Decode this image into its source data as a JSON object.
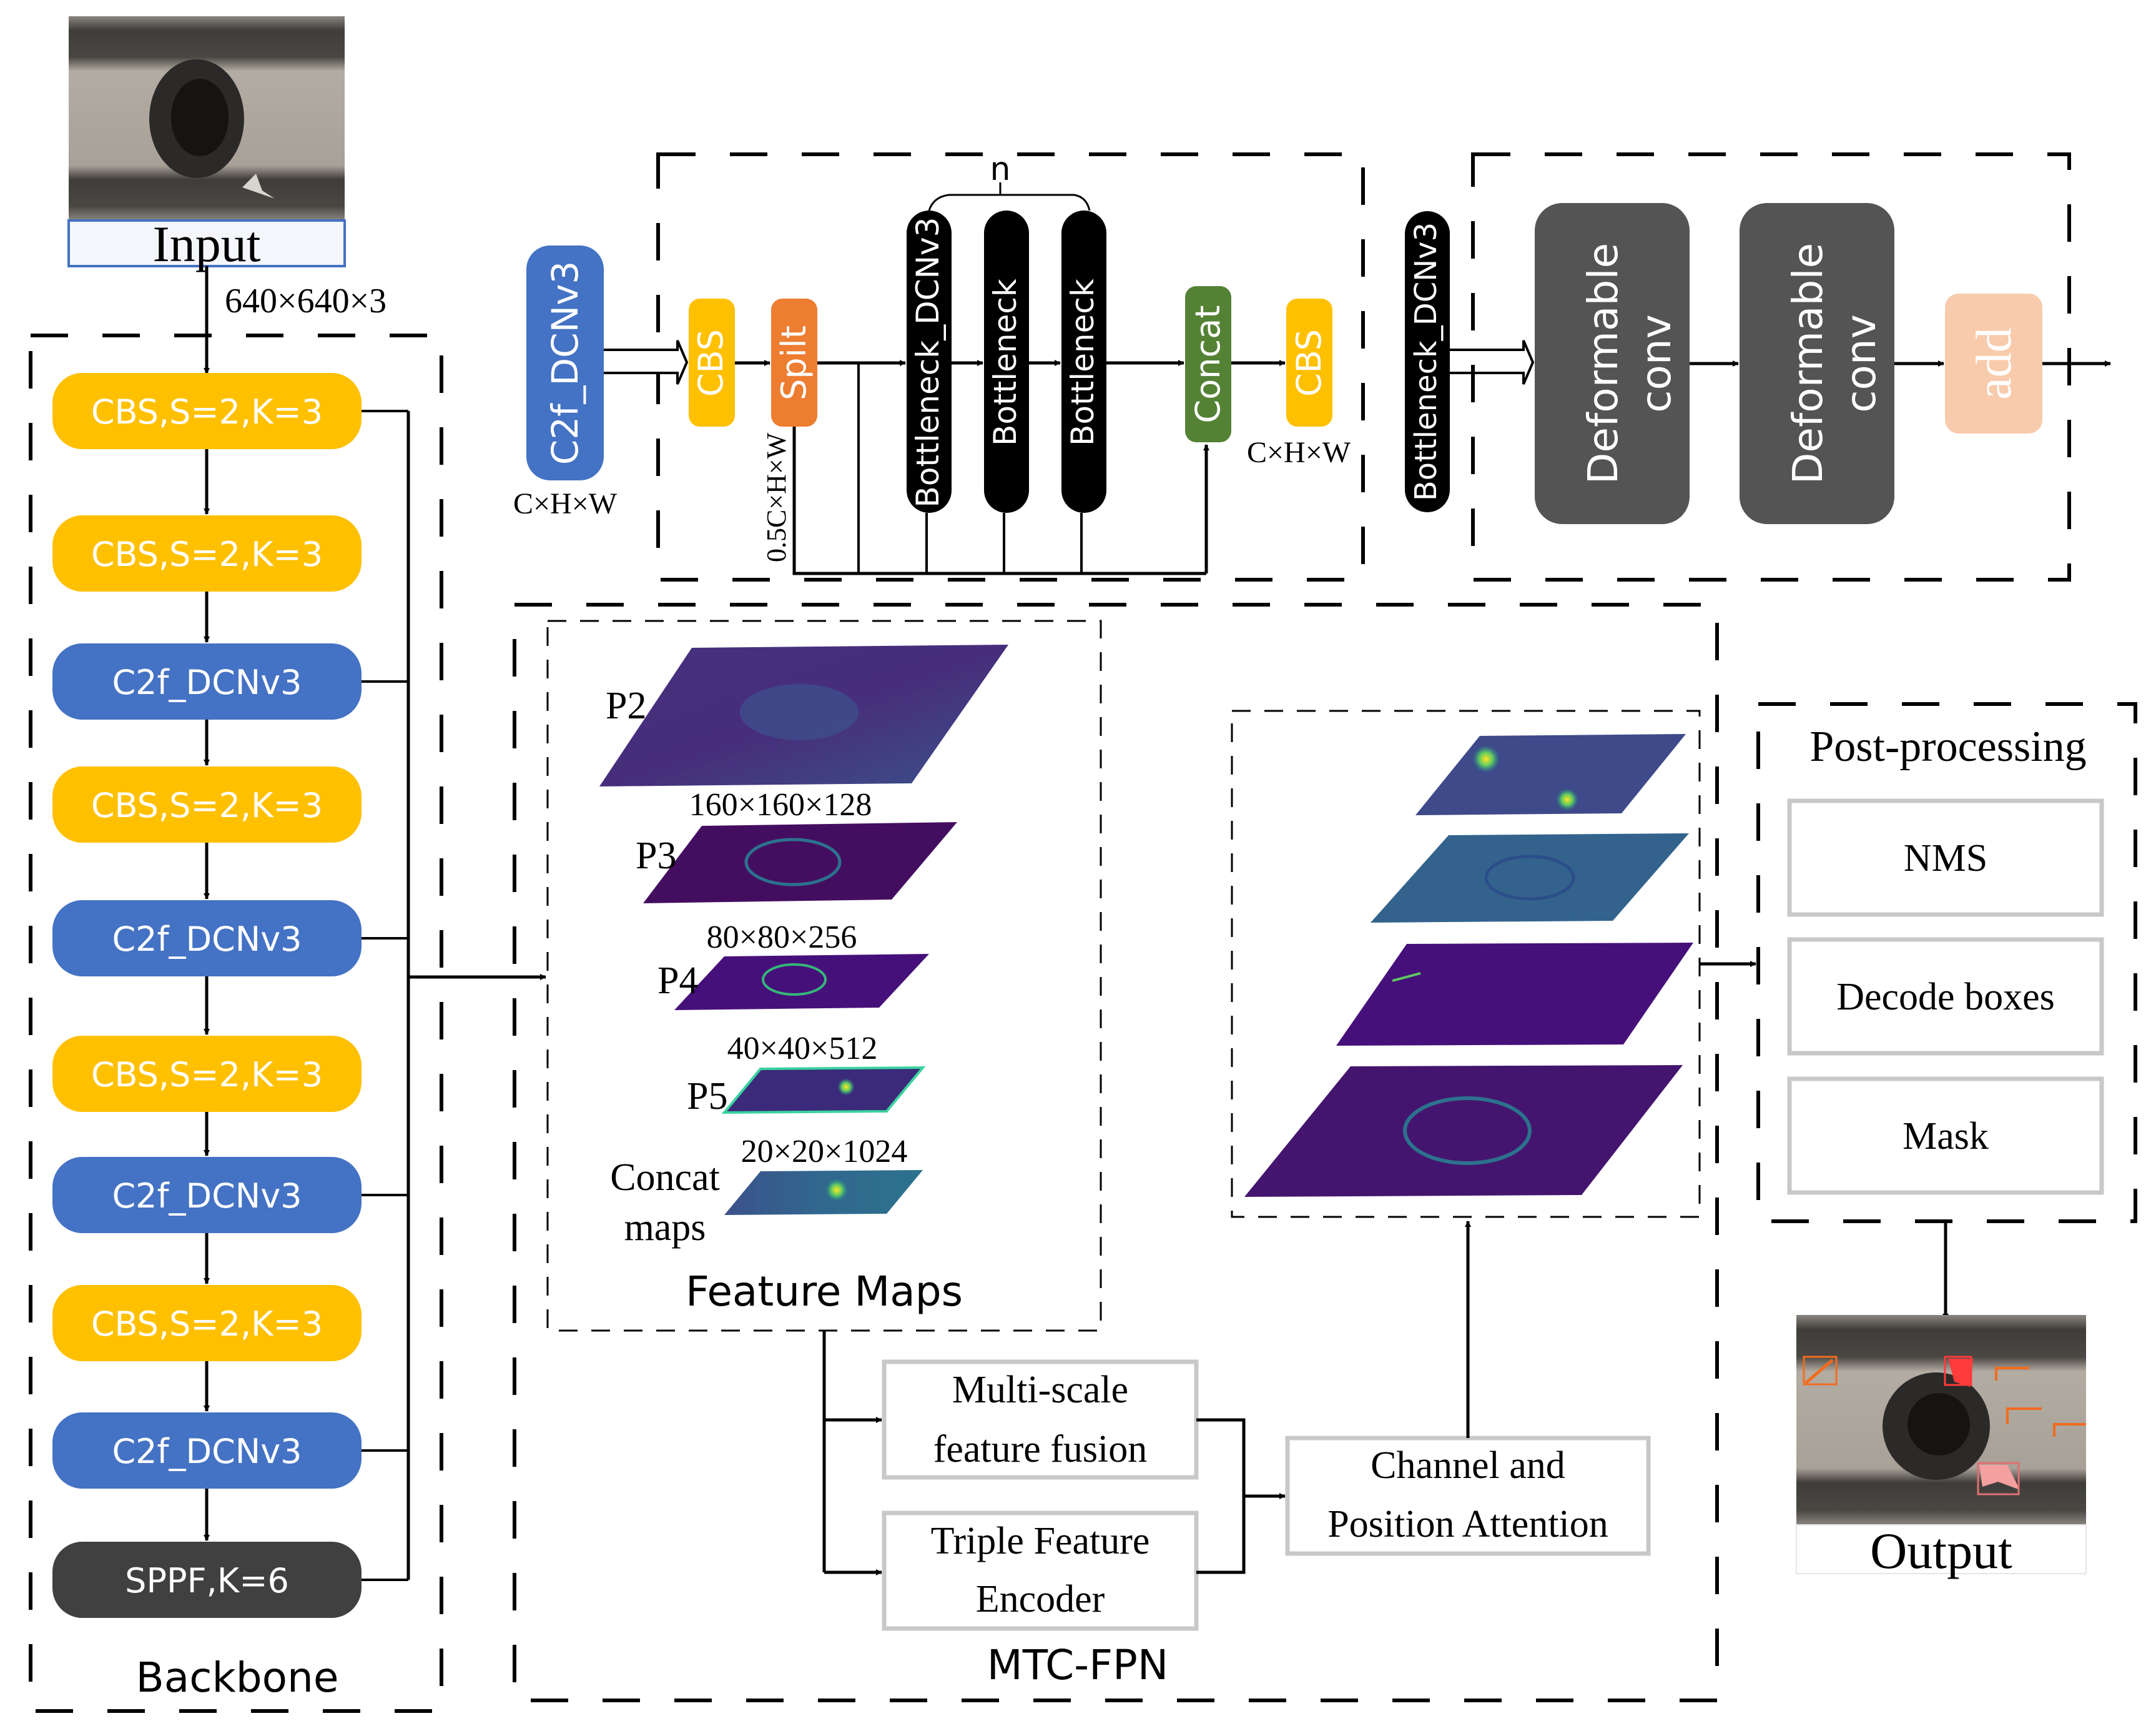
{
  "colors": {
    "cbs": "#FFC000",
    "c2f": "#4472C4",
    "sppf": "#404040",
    "split": "#ED7D31",
    "bottleneck": "#000000",
    "concat": "#548235",
    "deform": "#545454",
    "add": "#F8CBAD",
    "gray_border": "#C8C8C8",
    "input_border": "#4472C4"
  },
  "input": {
    "label": "Input",
    "dims": "640×640×3"
  },
  "backbone": {
    "title": "Backbone",
    "blocks": [
      {
        "label": "CBS,S=2,K=3",
        "type": "cbs"
      },
      {
        "label": "CBS,S=2,K=3",
        "type": "cbs"
      },
      {
        "label": "C2f_DCNv3",
        "type": "c2f"
      },
      {
        "label": "CBS,S=2,K=3",
        "type": "cbs"
      },
      {
        "label": "C2f_DCNv3",
        "type": "c2f"
      },
      {
        "label": "CBS,S=2,K=3",
        "type": "cbs"
      },
      {
        "label": "C2f_DCNv3",
        "type": "c2f"
      },
      {
        "label": "CBS,S=2,K=3",
        "type": "cbs"
      },
      {
        "label": "C2f_DCNv3",
        "type": "c2f"
      },
      {
        "label": "SPPF,K=6",
        "type": "sppf"
      }
    ]
  },
  "c2f_detail": {
    "source": "C2f_DCNv3",
    "source_dims": "C×H×W",
    "cbs_in": "CBS",
    "split": "Spilt",
    "split_dims": "0.5C×H×W",
    "repeat_label": "n",
    "bottlenecks": [
      "Bottleneck_DCNv3",
      "Bottleneck",
      "Bottleneck"
    ],
    "concat": "Concat",
    "cbs_out": "CBS",
    "out_dims": "C×H×W"
  },
  "bottleneck_detail": {
    "source": "Bottleneck_DCNv3",
    "blocks": [
      "Deformable conv",
      "Deformable conv"
    ],
    "add": "add"
  },
  "feature_maps": {
    "title": "Feature Maps",
    "levels": [
      {
        "name": "P2",
        "dims": "160×160×128"
      },
      {
        "name": "P3",
        "dims": "80×80×256"
      },
      {
        "name": "P4",
        "dims": "40×40×512"
      },
      {
        "name": "P5",
        "dims": "20×20×1024"
      },
      {
        "name": "Concat maps",
        "dims": ""
      }
    ]
  },
  "mtc_fpn": {
    "title": "MTC-FPN",
    "multi_scale": [
      "Multi-scale",
      "feature fusion"
    ],
    "triple": [
      "Triple Feature",
      "Encoder"
    ],
    "attention": [
      "Channel and",
      "Position Attention"
    ]
  },
  "post_processing": {
    "title": "Post-processing",
    "items": [
      "NMS",
      "Decode boxes",
      "Mask"
    ]
  },
  "output": {
    "label": "Output"
  }
}
